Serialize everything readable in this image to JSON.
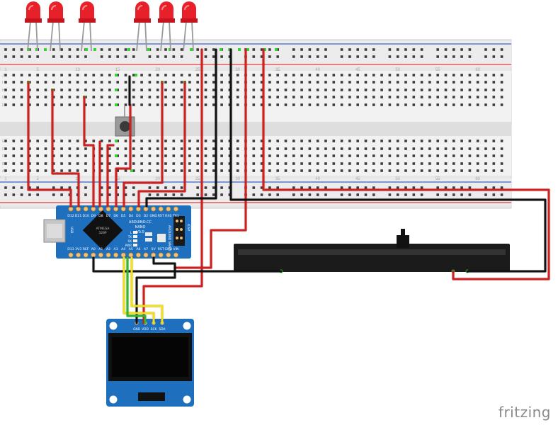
{
  "brand": "fritzing",
  "arduino": {
    "top_pins": [
      "D12",
      "D11",
      "D10",
      "D9",
      "D8",
      "D7",
      "D6",
      "D5",
      "D4",
      "D3",
      "D2",
      "GND",
      "RST",
      "RX0",
      "TX1"
    ],
    "bottom_pins": [
      "D13",
      "3V3",
      "REF",
      "A0",
      "A1",
      "A2",
      "A3",
      "A4",
      "A5",
      "A6",
      "A7",
      "5V",
      "RST",
      "GND",
      "VIN"
    ],
    "board_lines": [
      "ARDUINO.CC",
      "NANO",
      "V3.0"
    ],
    "side_label": "ARDUINO NANO",
    "icsp_label": "ICSP",
    "usb_label": "USB",
    "chip_lines": [
      "ATMEGA",
      "328P"
    ],
    "leds": [
      "L",
      "TX",
      "RX",
      "PWR"
    ]
  },
  "oled": {
    "pins": [
      "GND",
      "VDD",
      "SCK",
      "SDA"
    ]
  },
  "breadboard": {
    "column_labels": [
      "1",
      "5",
      "10",
      "15",
      "20",
      "25",
      "30",
      "35",
      "40",
      "45",
      "50",
      "55",
      "60"
    ],
    "row_labels_top": [
      "J",
      "I",
      "H",
      "G",
      "F"
    ],
    "row_labels_bottom": [
      "E",
      "D",
      "C",
      "B",
      "A"
    ]
  },
  "colors": {
    "wire_red": "#d11f1f",
    "wire_black": "#111111",
    "wire_yellow": "#f2e01b",
    "wire_green": "#2fb82f",
    "board_blue": "#1f6fbf",
    "led_red": "#e8202a",
    "rail_red": "#e23b3b",
    "rail_blue": "#3a62c9"
  }
}
